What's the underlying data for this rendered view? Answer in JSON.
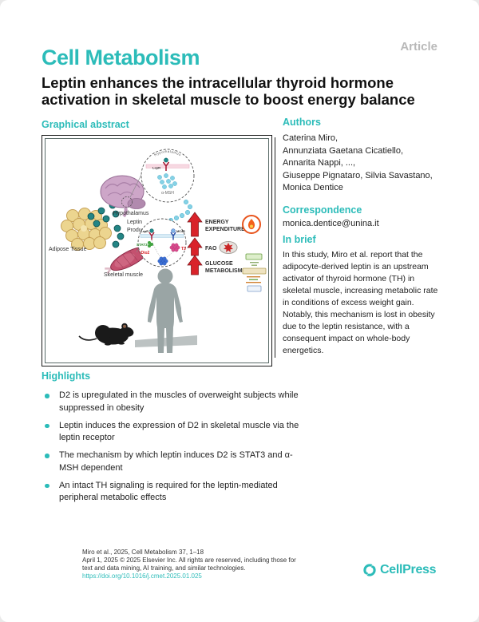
{
  "header": {
    "journal": "Cell Metabolism",
    "article_type": "Article",
    "title_line1": "Leptin enhances the intracellular thyroid hormone",
    "title_line2": "activation in skeletal muscle to boost energy balance"
  },
  "graphical_abstract": {
    "heading": "Graphical abstract",
    "labels": {
      "hypothalamus_inset": "Hypothalamus",
      "lepr_top": "LepR",
      "amsh": "α-MSH",
      "hypothalamus": "Hypothalamus",
      "leptin_line1": "Leptin",
      "leptin_line2": "Production",
      "adipose": "Adipose Tissue",
      "muscle": "Skeletal muscle",
      "lepr_muscle": "LepR",
      "mc4r": "MC4R",
      "stat3": "STAT3",
      "dio2": "↑Dio2",
      "t3": "T3",
      "energy_line1": "ENERGY",
      "energy_line2": "EXPENDITURE",
      "fao": "FAO",
      "glucose_line1": "GLUCOSE",
      "glucose_line2": "METABOLISM"
    }
  },
  "authors": {
    "heading": "Authors",
    "names": [
      "Caterina Miro,",
      "Annunziata Gaetana Cicatiello,",
      "Annarita Nappi, ...,",
      "Giuseppe Pignataro, Silvia Savastano,",
      "Monica Dentice"
    ]
  },
  "correspondence": {
    "heading": "Correspondence",
    "email": "monica.dentice@unina.it"
  },
  "in_brief": {
    "heading": "In brief",
    "text": "In this study, Miro et al. report that the adipocyte-derived leptin is an upstream activator of thyroid hormone (TH) in skeletal muscle, increasing metabolic rate in conditions of excess weight gain. Notably, this mechanism is lost in obesity due to the leptin resistance, with a consequent impact on whole-body energetics."
  },
  "highlights": {
    "heading": "Highlights",
    "items": [
      "D2 is upregulated in the muscles of overweight subjects while suppressed in obesity",
      "Leptin induces the expression of D2 in skeletal muscle via the leptin receptor",
      "The mechanism by which leptin induces D2 is STAT3 and α-MSH dependent",
      "An intact TH signaling is required for the leptin-mediated peripheral metabolic effects"
    ]
  },
  "footer": {
    "citation": "Miro et al., 2025, Cell Metabolism 37, 1–18",
    "copyright_line1": "April 1, 2025 © 2025 Elsevier Inc. All rights are reserved, including those for",
    "copyright_line2": "text and data mining, AI training, and similar technologies.",
    "doi": "https://doi.org/10.1016/j.cmet.2025.01.025",
    "publisher": "CellPress"
  },
  "colors": {
    "teal": "#2cbcb9",
    "article_gray": "#b9b9b9",
    "arrow_red": "#d9232a",
    "flame_orange": "#e8541d",
    "leptin_dot": "#238585",
    "amsh_dot": "#85d2e6"
  }
}
